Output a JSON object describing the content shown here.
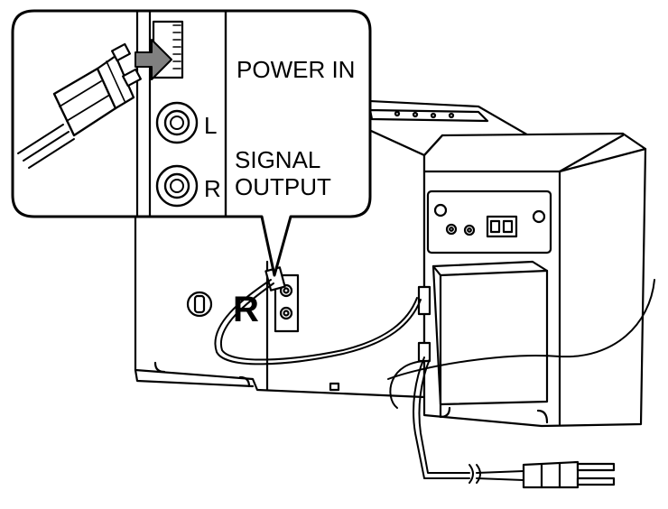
{
  "callout": {
    "power_label": "POWER IN",
    "signal_label_line1": "SIGNAL",
    "signal_label_line2": "OUTPUT",
    "channel_left": "L",
    "channel_right": "R"
  },
  "speaker": {
    "channel_mark": "R"
  },
  "colors": {
    "line": "#000000",
    "panel_fill": "#ffffff",
    "arrow_fill": "#808080",
    "shade": "#d8d8d8"
  }
}
